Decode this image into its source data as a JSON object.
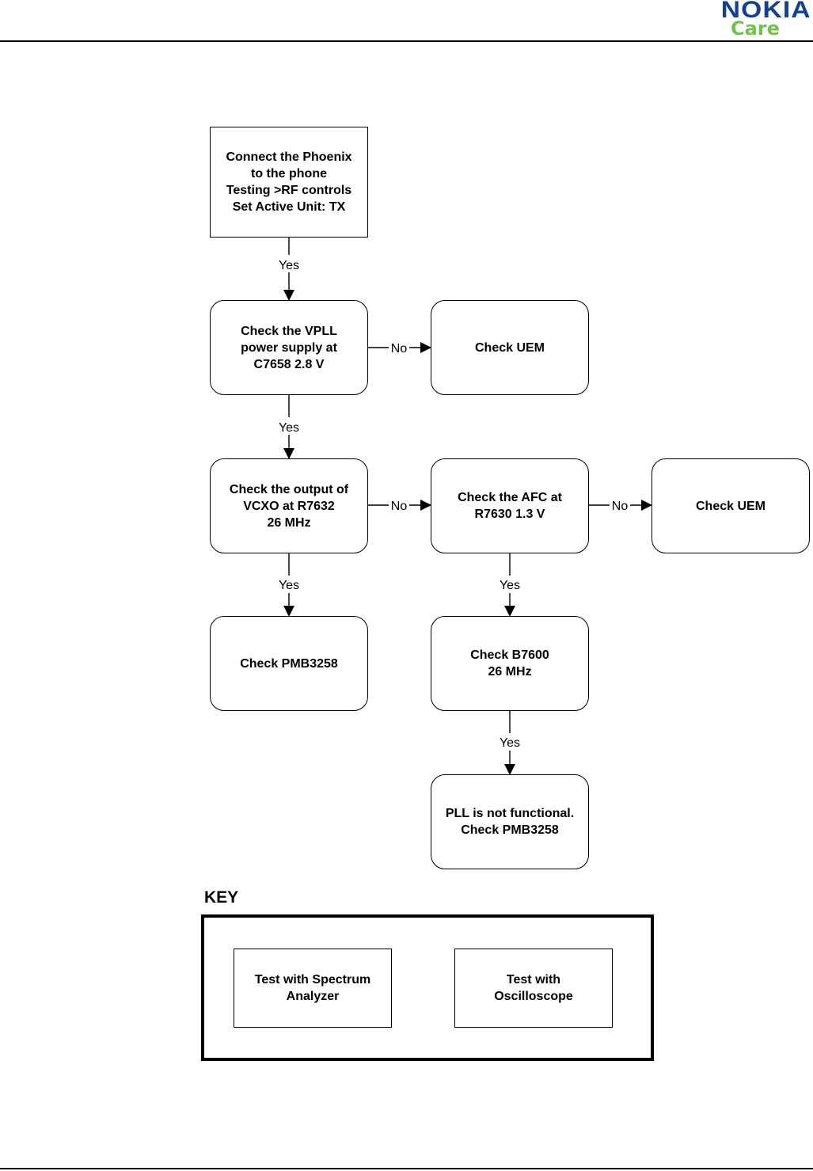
{
  "header": {
    "brand": "NOKIA",
    "brand_sub": "Care",
    "brand_color": "#124191",
    "sub_color": "#73c04a"
  },
  "flowchart": {
    "nodes": {
      "connect": "Connect the Phoenix\nto the phone\nTesting >RF controls\nSet Active Unit: TX",
      "check_vpll": "Check the VPLL\npower supply at\nC7658 2.8 V",
      "check_uem_1": "Check UEM",
      "check_vcxo": "Check the output of\nVCXO at R7632\n26 MHz",
      "check_afc": "Check the AFC at\nR7630 1.3 V",
      "check_uem_2": "Check UEM",
      "check_pmb": "Check  PMB3258",
      "check_b7600": "Check B7600\n26 MHz",
      "pll_not_functional": "PLL is not functional.\nCheck PMB3258"
    },
    "edges": {
      "connect_to_vpll": "Yes",
      "vpll_to_uem": "No",
      "vpll_to_vcxo": "Yes",
      "vcxo_to_afc": "No",
      "afc_to_uem": "No",
      "vcxo_to_pmb": "Yes",
      "afc_to_b7600": "Yes",
      "b7600_to_pll": "Yes"
    }
  },
  "key": {
    "title": "KEY",
    "spectrum": "Test with Spectrum\nAnalyzer",
    "oscilloscope": "Test with\nOscilloscope"
  }
}
